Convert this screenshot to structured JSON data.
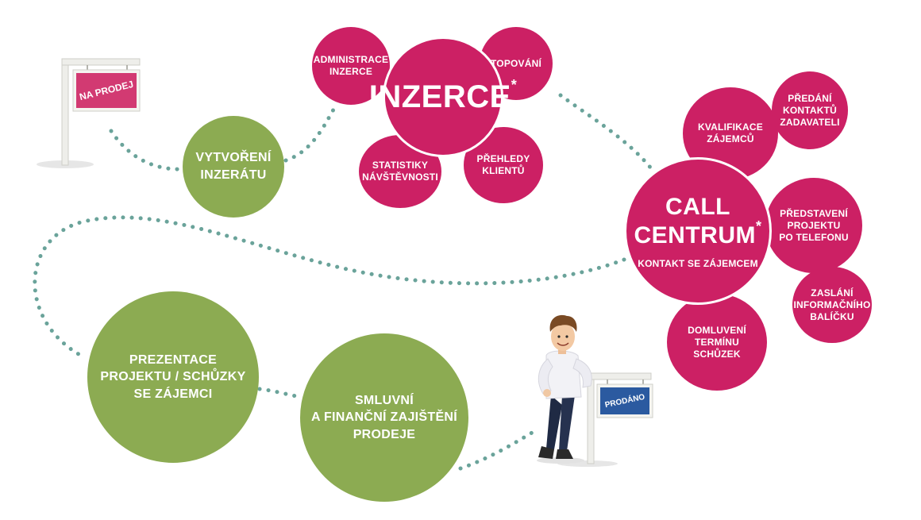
{
  "steps": {
    "vytvoreni": "VYTVOŘENÍ\nINZERÁTU",
    "inzerce": {
      "title": "INZERCE",
      "marker": "*"
    },
    "administrace": "ADMINISTRACE\nINZERCE",
    "topovani": "TOPOVÁNÍ",
    "statistiky": "STATISTIKY\nNÁVŠTĚVNOSTI",
    "prehledy": "PŘEHLEDY\nKLIENTŮ",
    "call_centrum": {
      "title_line1": "CALL",
      "title_line2": "CENTRUM",
      "marker": "*",
      "subtitle": "KONTAKT SE ZÁJEMCEM"
    },
    "kvalifikace": "KVALIFIKACE\nZÁJEMCŮ",
    "predani": "PŘEDÁNÍ\nKONTAKTŮ\nZADAVATELI",
    "predstaveni": "PŘEDSTAVENÍ\nPROJEKTU\nPO TELEFONU",
    "zaslani": "ZASLÁNÍ\nINFORMAČNÍHO\nBALÍČKU",
    "domluveni": "DOMLUVENÍ\nTERMÍNU\nSCHŮZEK",
    "prezentace": "PREZENTACE\nPROJEKTU / SCHŮZKY\nSE ZÁJEMCI",
    "smluvni": "SMLUVNÍ\nA FINANČNÍ ZAJIŠTĚNÍ\nPRODEJE"
  },
  "signs": {
    "na_prodej": "NA PRODEJ",
    "prodano": "PRODÁNO"
  },
  "colors": {
    "pink": "#cc2064",
    "green": "#8cab52",
    "dots": "#6aa39a",
    "sign_blue": "#2b5aa0"
  }
}
